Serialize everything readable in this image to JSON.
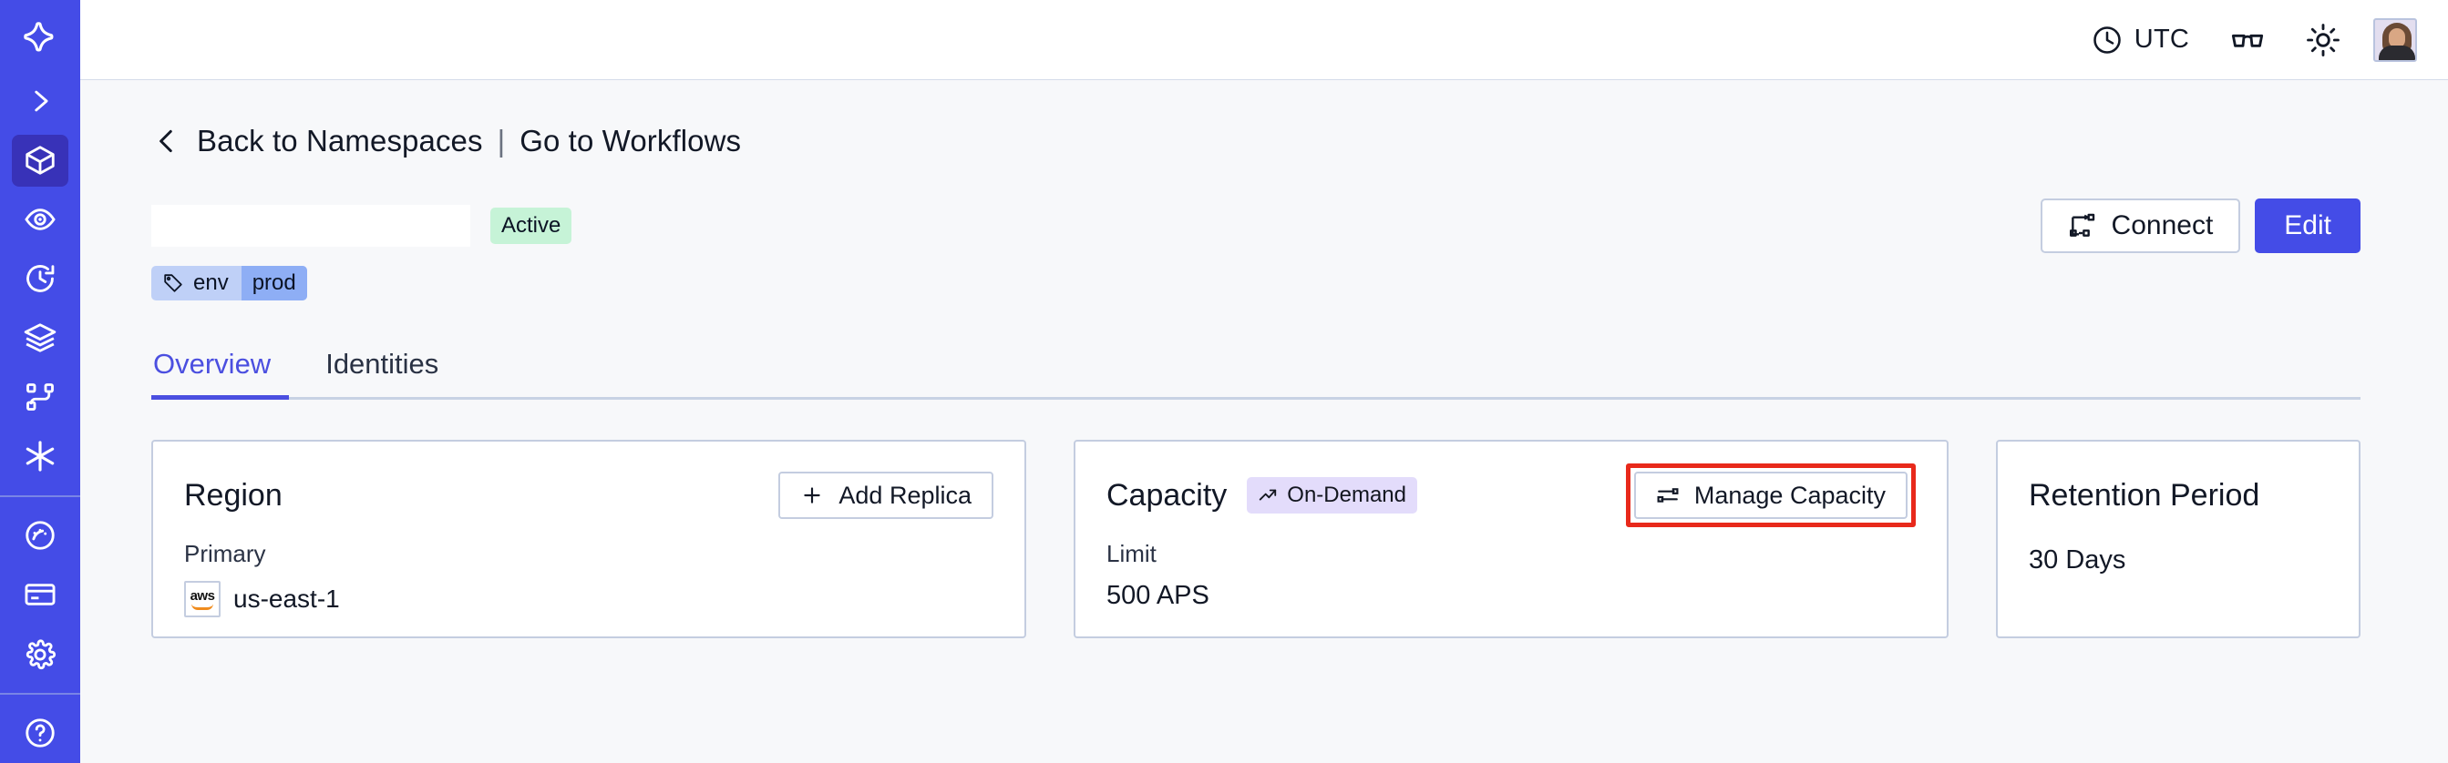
{
  "sidebar": {
    "logo": "temporal-logo-icon",
    "items": [
      {
        "name": "expand-sidebar",
        "icon": "chevron-right-icon",
        "active": false
      },
      {
        "name": "namespaces",
        "icon": "cube-icon",
        "active": true
      },
      {
        "name": "observability",
        "icon": "eye-target-icon",
        "active": false
      },
      {
        "name": "history",
        "icon": "history-clock-icon",
        "active": false
      },
      {
        "name": "layers",
        "icon": "layers-icon",
        "active": false
      },
      {
        "name": "workflows",
        "icon": "git-branch-icon",
        "active": false
      },
      {
        "name": "integrations",
        "icon": "asterisk-icon",
        "active": false
      }
    ],
    "items_lower": [
      {
        "name": "usage",
        "icon": "gauge-icon",
        "active": false
      },
      {
        "name": "billing",
        "icon": "credit-card-icon",
        "active": false
      },
      {
        "name": "settings",
        "icon": "gear-icon",
        "active": false
      }
    ],
    "items_footer": [
      {
        "name": "help",
        "icon": "help-circle-icon",
        "active": false
      }
    ]
  },
  "topbar": {
    "timezone_label": "UTC",
    "timezone_icon": "clock-icon",
    "reader_icon": "glasses-icon",
    "theme_icon": "sun-icon",
    "avatar": "user-avatar"
  },
  "breadcrumb": {
    "back_icon": "chevron-left-icon",
    "back_label": "Back to Namespaces",
    "separator": "|",
    "forward_label": "Go to Workflows"
  },
  "header": {
    "namespace_name": "",
    "status_badge": "Active",
    "connect_label": "Connect",
    "connect_icon": "connect-flow-icon",
    "edit_label": "Edit",
    "tag": {
      "icon": "tag-icon",
      "key": "env",
      "value": "prod"
    }
  },
  "tabs": [
    {
      "label": "Overview",
      "active": true
    },
    {
      "label": "Identities",
      "active": false
    }
  ],
  "cards": {
    "region": {
      "title": "Region",
      "action_label": "Add Replica",
      "action_icon": "plus-icon",
      "sub_label": "Primary",
      "provider_icon": "aws-logo",
      "value": "us-east-1"
    },
    "capacity": {
      "title": "Capacity",
      "badge_label": "On-Demand",
      "badge_icon": "trend-up-icon",
      "action_label": "Manage Capacity",
      "action_icon": "sliders-icon",
      "sub_label": "Limit",
      "value": "500 APS",
      "highlighted": true
    },
    "retention": {
      "title": "Retention Period",
      "value": "30 Days"
    }
  },
  "colors": {
    "brand": "#444CE7",
    "sidebar_active": "#3832B8",
    "tab_active": "#4B4FE0",
    "status_active_bg": "#C6F3D7",
    "ondemand_bg": "#E3DCFB",
    "tag_bg": "#BFD0F7",
    "tag_value_bg": "#8EAEF5",
    "highlight_outline": "#E8291B",
    "page_bg": "#F7F8FA",
    "card_border": "#C4CDE0"
  }
}
